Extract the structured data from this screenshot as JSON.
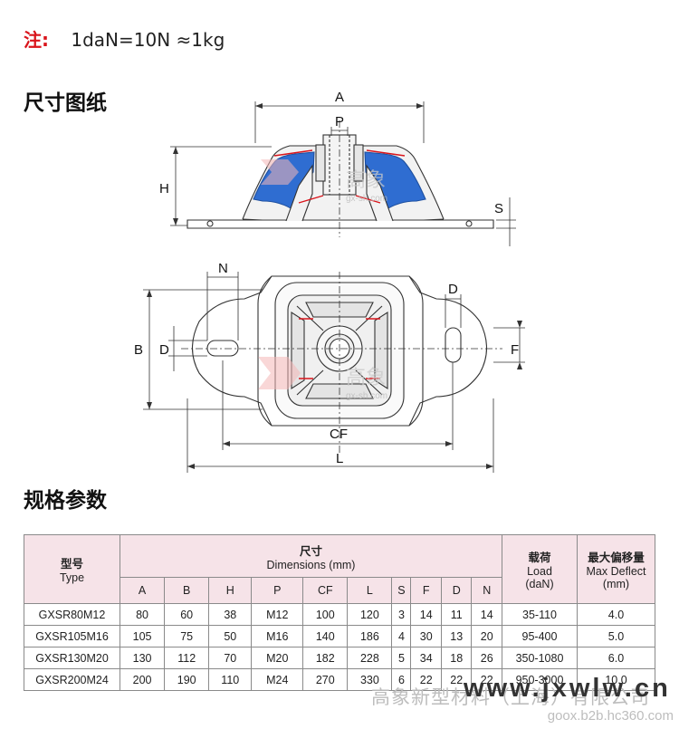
{
  "note": {
    "label": "注:",
    "value": "1daN=10N ≈1kg"
  },
  "section_drawing": "尺寸图纸",
  "section_spec": "规格参数",
  "dims": {
    "A": "A",
    "P": "P",
    "H": "H",
    "S": "S",
    "N": "N",
    "B": "B",
    "D": "D",
    "F": "F",
    "CF": "CF",
    "L": "L"
  },
  "watermark": {
    "cn": "高象",
    "site": "gx-sh.com"
  },
  "colors": {
    "rubber": "#2f6dd1",
    "accent_red": "#d9141b",
    "header_bg": "#f6e3e8"
  },
  "table": {
    "model_header": "型号",
    "model_header_en": "Type",
    "dim_header": "尺寸",
    "dim_header_en": "Dimensions (mm)",
    "load_header": "载荷",
    "load_header_en": "Load",
    "load_header_unit": "(daN)",
    "defl_header": "最大偏移量",
    "defl_header_en": "Max Deflect",
    "defl_header_unit": "(mm)",
    "columns": [
      "A",
      "B",
      "H",
      "P",
      "CF",
      "L",
      "S",
      "F",
      "D",
      "N"
    ],
    "rows": [
      [
        "GXSR80M12",
        "80",
        "60",
        "38",
        "M12",
        "100",
        "120",
        "3",
        "14",
        "11",
        "14",
        "35-110",
        "4.0"
      ],
      [
        "GXSR105M16",
        "105",
        "75",
        "50",
        "M16",
        "140",
        "186",
        "4",
        "30",
        "13",
        "20",
        "95-400",
        "5.0"
      ],
      [
        "GXSR130M20",
        "130",
        "112",
        "70",
        "M20",
        "182",
        "228",
        "5",
        "34",
        "18",
        "26",
        "350-1080",
        "6.0"
      ],
      [
        "GXSR200M24",
        "200",
        "190",
        "110",
        "M24",
        "270",
        "330",
        "6",
        "22",
        "22",
        "22",
        "950-3000",
        "10.0"
      ]
    ]
  },
  "footer": {
    "company": "高象新型材料（上海）有限公司",
    "url_big": "www.jxwlw.cn",
    "site": "goox.b2b.hc360.com"
  }
}
